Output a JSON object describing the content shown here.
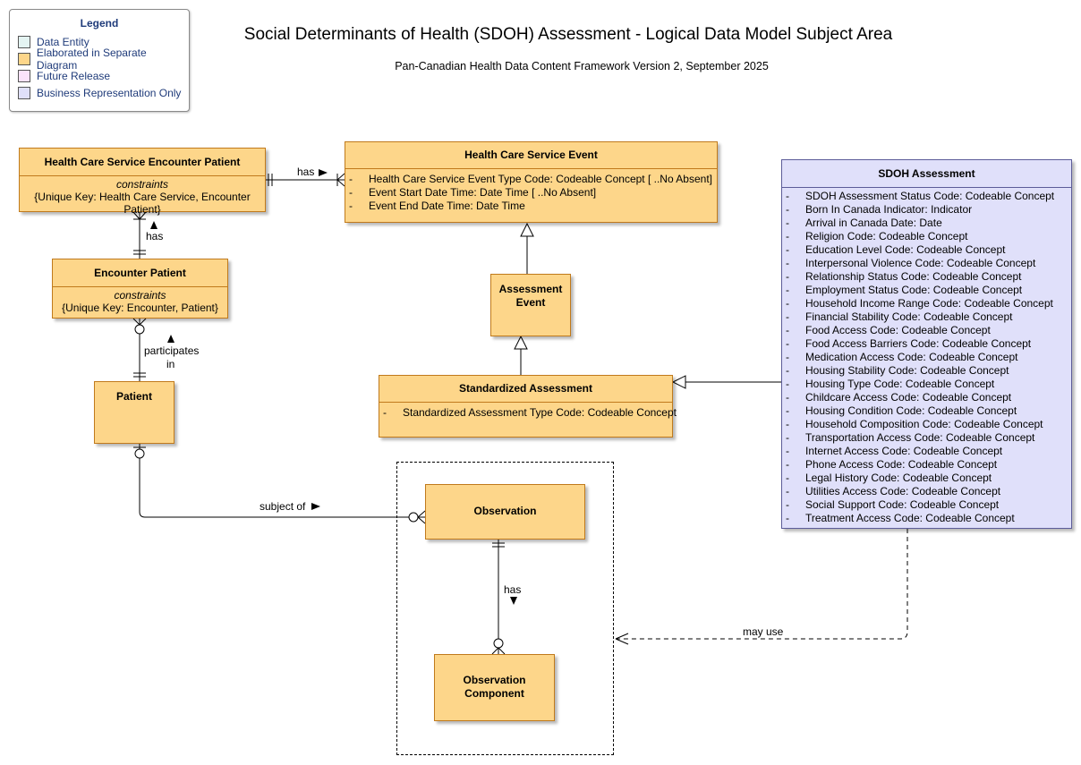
{
  "title": "Social Determinants of Health (SDOH) Assessment - Logical Data Model Subject Area",
  "subtitle": "Pan-Canadian Health Data Content Framework Version 2, September 2025",
  "legend": {
    "title": "Legend",
    "items": [
      {
        "label": "Data Entity",
        "color": "#e4f4f2"
      },
      {
        "label": "Elaborated in Separate Diagram",
        "color": "#fdd68a"
      },
      {
        "label": "Future Release",
        "color": "#fbe3fb"
      },
      {
        "label": "Business Representation Only",
        "color": "#e0e0fa"
      }
    ]
  },
  "entities": {
    "hcs_encounter_patient": {
      "name": "Health Care Service Encounter Patient",
      "constraints_title": "constraints",
      "constraints": "{Unique Key: Health Care Service, Encounter Patient}"
    },
    "hcs_event": {
      "name": "Health Care Service Event",
      "attributes": [
        "Health Care Service Event Type Code: Codeable Concept [ ..No Absent]",
        "Event Start Date Time: Date Time [ ..No Absent]",
        "Event End Date Time: Date Time"
      ]
    },
    "encounter_patient": {
      "name": "Encounter Patient",
      "constraints_title": "constraints",
      "constraints": "{Unique Key: Encounter, Patient}"
    },
    "assessment_event": {
      "name_line1": "Assessment",
      "name_line2": "Event"
    },
    "patient": {
      "name": "Patient"
    },
    "standardized_assessment": {
      "name": "Standardized Assessment",
      "attributes": [
        "Standardized Assessment Type Code: Codeable Concept"
      ]
    },
    "sdoh_assessment": {
      "name": "SDOH Assessment",
      "attributes": [
        "SDOH Assessment Status Code: Codeable Concept",
        "Born In Canada Indicator: Indicator",
        "Arrival in Canada Date: Date",
        "Religion Code: Codeable Concept",
        "Education Level Code: Codeable Concept",
        "Interpersonal Violence Code: Codeable Concept",
        "Relationship Status Code: Codeable Concept",
        "Employment Status Code: Codeable Concept",
        "Household Income Range Code: Codeable Concept",
        "Financial Stability Code: Codeable Concept",
        "Food Access Code: Codeable Concept",
        "Food Access Barriers Code: Codeable Concept",
        "Medication Access Code: Codeable Concept",
        "Housing Stability Code: Codeable Concept",
        "Housing Type Code: Codeable Concept",
        "Childcare Access Code: Codeable Concept",
        "Housing Condition Code: Codeable Concept",
        "Household Composition Code: Codeable Concept",
        "Transportation Access Code: Codeable Concept",
        "Internet Access Code: Codeable Concept",
        "Phone Access Code: Codeable Concept",
        "Legal History Code: Codeable Concept",
        "Utilities Access Code: Codeable Concept",
        "Social Support Code: Codeable Concept",
        "Treatment Access Code: Codeable Concept"
      ]
    },
    "observation": {
      "name": "Observation"
    },
    "observation_component": {
      "name_line1": "Observation",
      "name_line2": "Component"
    }
  },
  "relationships": {
    "has_event": "has",
    "has_encounter": "has",
    "participates_line1": "participates",
    "participates_line2": "in",
    "subject_of": "subject of",
    "has_component": "has",
    "may_use": "may use"
  }
}
